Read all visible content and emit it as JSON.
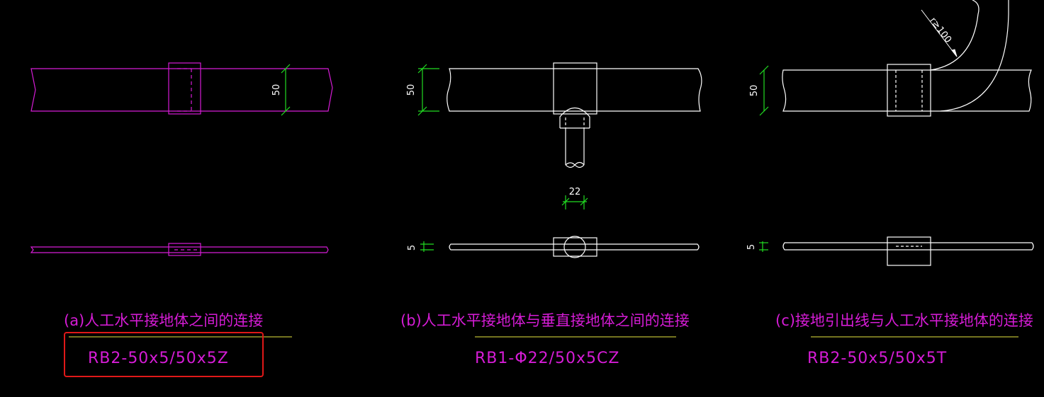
{
  "colors": {
    "background": "#000000",
    "magenta": "#d61cd6",
    "white": "#ffffff",
    "green": "#22dd22",
    "yellow": "#e8e840",
    "highlight": "#e01818"
  },
  "panels": [
    {
      "caption": "(a)人工水平接地体之间的连接",
      "code": "RB2-50x5/50x5Z",
      "dim_width": "50",
      "dim_thickness": ""
    },
    {
      "caption": "(b)人工水平接地体与垂直接地体之间的连接",
      "code": "RB1-Φ22/50x5CZ",
      "dim_width": "50",
      "dim_thickness": "5",
      "dim_rod": "22"
    },
    {
      "caption": "(c)接地引出线与人工水平接地体的连接",
      "code": "RB2-50x5/50x5T",
      "dim_width": "50",
      "dim_thickness": "5",
      "dim_radius": "r≥100"
    }
  ],
  "highlight_box": {
    "target": "panel-a-code"
  }
}
